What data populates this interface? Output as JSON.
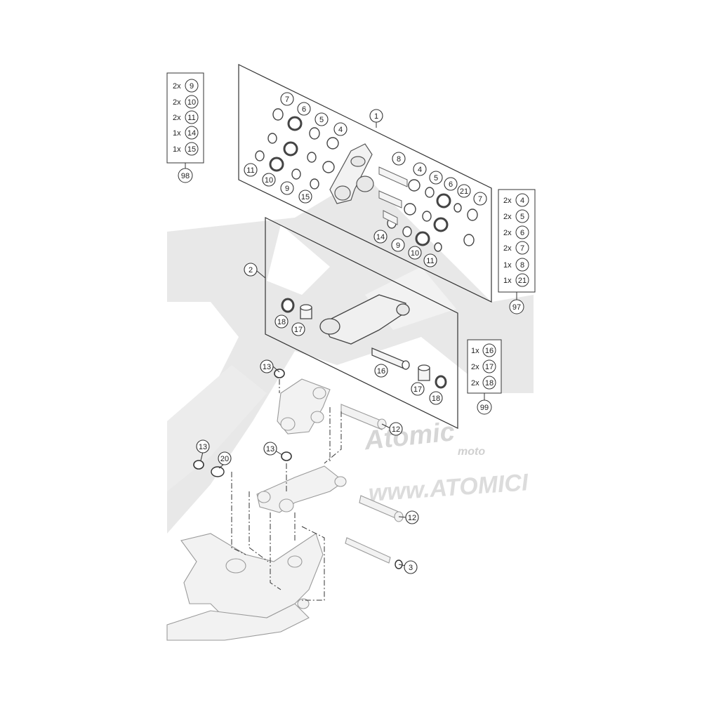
{
  "watermark": {
    "logo": "Atomic",
    "logo_sub": "moto",
    "url": "www.ATOMICI"
  },
  "callouts": {
    "c1": "1",
    "c2": "2",
    "c3": "3",
    "g1_7": "7",
    "g1_6": "6",
    "g1_5": "5",
    "g1_4": "4",
    "g1_11": "11",
    "g1_10": "10",
    "g1_9": "9",
    "g1_15": "15",
    "g1_8": "8",
    "g1_4b": "4",
    "g1_5b": "5",
    "g1_6b": "6",
    "g1_21": "21",
    "g1_7b": "7",
    "g1_14": "14",
    "g1_9b": "9",
    "g1_10b": "10",
    "g1_11b": "11",
    "g2_18": "18",
    "g2_17": "17",
    "g2_16": "16",
    "g2_17b": "17",
    "g2_18b": "18",
    "a_13": "13",
    "a_12": "12",
    "b_13": "13",
    "b_20": "20",
    "c_13": "13",
    "c_12": "12"
  },
  "kits": [
    {
      "id": "98",
      "rows": [
        {
          "qty": "2x",
          "part": "9"
        },
        {
          "qty": "2x",
          "part": "10"
        },
        {
          "qty": "2x",
          "part": "11"
        },
        {
          "qty": "1x",
          "part": "14"
        },
        {
          "qty": "1x",
          "part": "15"
        }
      ]
    },
    {
      "id": "97",
      "rows": [
        {
          "qty": "2x",
          "part": "4"
        },
        {
          "qty": "2x",
          "part": "5"
        },
        {
          "qty": "2x",
          "part": "6"
        },
        {
          "qty": "2x",
          "part": "7"
        },
        {
          "qty": "1x",
          "part": "8"
        },
        {
          "qty": "1x",
          "part": "21"
        }
      ]
    },
    {
      "id": "99",
      "rows": [
        {
          "qty": "1x",
          "part": "16"
        },
        {
          "qty": "2x",
          "part": "17"
        },
        {
          "qty": "2x",
          "part": "18"
        }
      ]
    }
  ],
  "colors": {
    "line": "#333333",
    "part_light": "#cfcfcf",
    "watermark": "#e6e6e6",
    "ring": "#444444"
  }
}
